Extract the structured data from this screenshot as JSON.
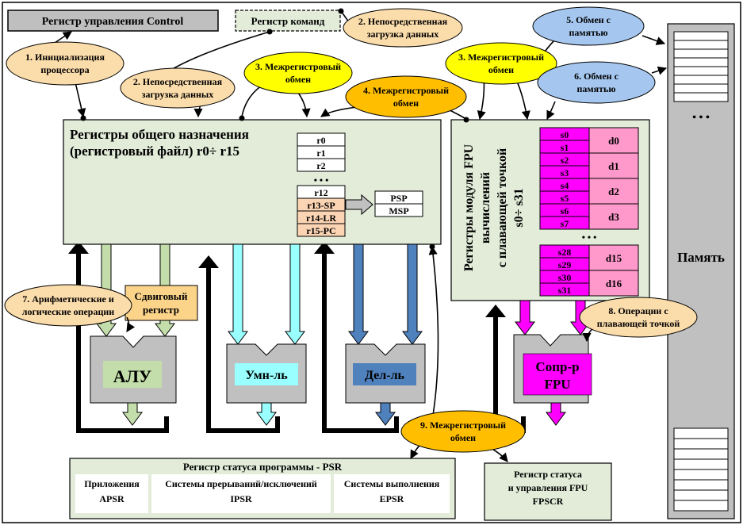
{
  "control_register": "Регистр управления Control",
  "command_register": "Регистр команд",
  "gpr": {
    "title_line1": "Регистры общего назначения",
    "title_line2": "(регистровый файл) r0÷ r15",
    "regs_top": [
      "r0",
      "r1",
      "r2"
    ],
    "dots": "• • •",
    "regs_bottom": [
      "r12",
      "r13-SP",
      "r14-LR",
      "r15-PC"
    ],
    "sp_regs": [
      "PSP",
      "MSP"
    ]
  },
  "fpu_regs": {
    "title_lines": [
      "Регистры модуля FPU",
      "вычислений",
      "с плавающей точкой",
      "s0÷ s31"
    ],
    "group_a": {
      "s": [
        "s0",
        "s1",
        "s2",
        "s3",
        "s4",
        "s5",
        "s6",
        "s7"
      ],
      "d": [
        "d0",
        "d1",
        "d2",
        "d3"
      ]
    },
    "dots": "• • •",
    "group_b": {
      "s": [
        "s28",
        "s29",
        "s30",
        "s31"
      ],
      "d": [
        "d15",
        "d16"
      ]
    }
  },
  "memory": {
    "label": "Память",
    "dots": "• • •"
  },
  "units": {
    "shifter": [
      "Сдвиговый",
      "регистр"
    ],
    "alu": "АЛУ",
    "mul": "Умн-ль",
    "div": "Дел-ль",
    "fpu": [
      "Сопр-р",
      "FPU"
    ]
  },
  "psr": {
    "title": "Регистр статуса программы - PSR",
    "cells": [
      {
        "line1": "Приложения",
        "line2": "APSR"
      },
      {
        "line1": "Системы прерываний/исключений",
        "line2": "IPSR"
      },
      {
        "line1": "Системы выполнения",
        "line2": "EPSR"
      }
    ]
  },
  "fpscr": [
    "Регистр статуса",
    "и управления FPU",
    "FPSCR"
  ],
  "bubbles": {
    "b1": [
      "1. Инициализация",
      "процессора"
    ],
    "b2a": [
      "2. Непосредственная",
      "загрузка данных"
    ],
    "b2b": [
      "2. Непосредственная",
      "загрузка данных"
    ],
    "b3a": [
      "3. Межрегистровый",
      "обмен"
    ],
    "b3b": [
      "3. Межрегистровый",
      "обмен"
    ],
    "b4": [
      "4. Межрегистровый",
      "обмен"
    ],
    "b5": [
      "5. Обмен с",
      "памятью"
    ],
    "b6": [
      "6. Обмен с",
      "памятью"
    ],
    "b7": [
      "7. Арифметические и",
      "логические операции"
    ],
    "b8": [
      "8. Операции с",
      "плавающей точкой"
    ],
    "b9": [
      "9. Межрегистровый",
      "обмен"
    ]
  },
  "colors": {
    "panel_green": "#e2ecd9",
    "bubble_peach": "#fbdcab",
    "bubble_yellow": "#ffff00",
    "bubble_blue": "#a5c7ef",
    "bubble_orange": "#ffbf00",
    "fpu_magenta": "#ff99cc",
    "fpu_pink": "#ff00ff",
    "cyan": "#99ffff",
    "steel": "#4f81bd",
    "light_green": "#c3deaa",
    "gray": "#c0c0c0"
  }
}
